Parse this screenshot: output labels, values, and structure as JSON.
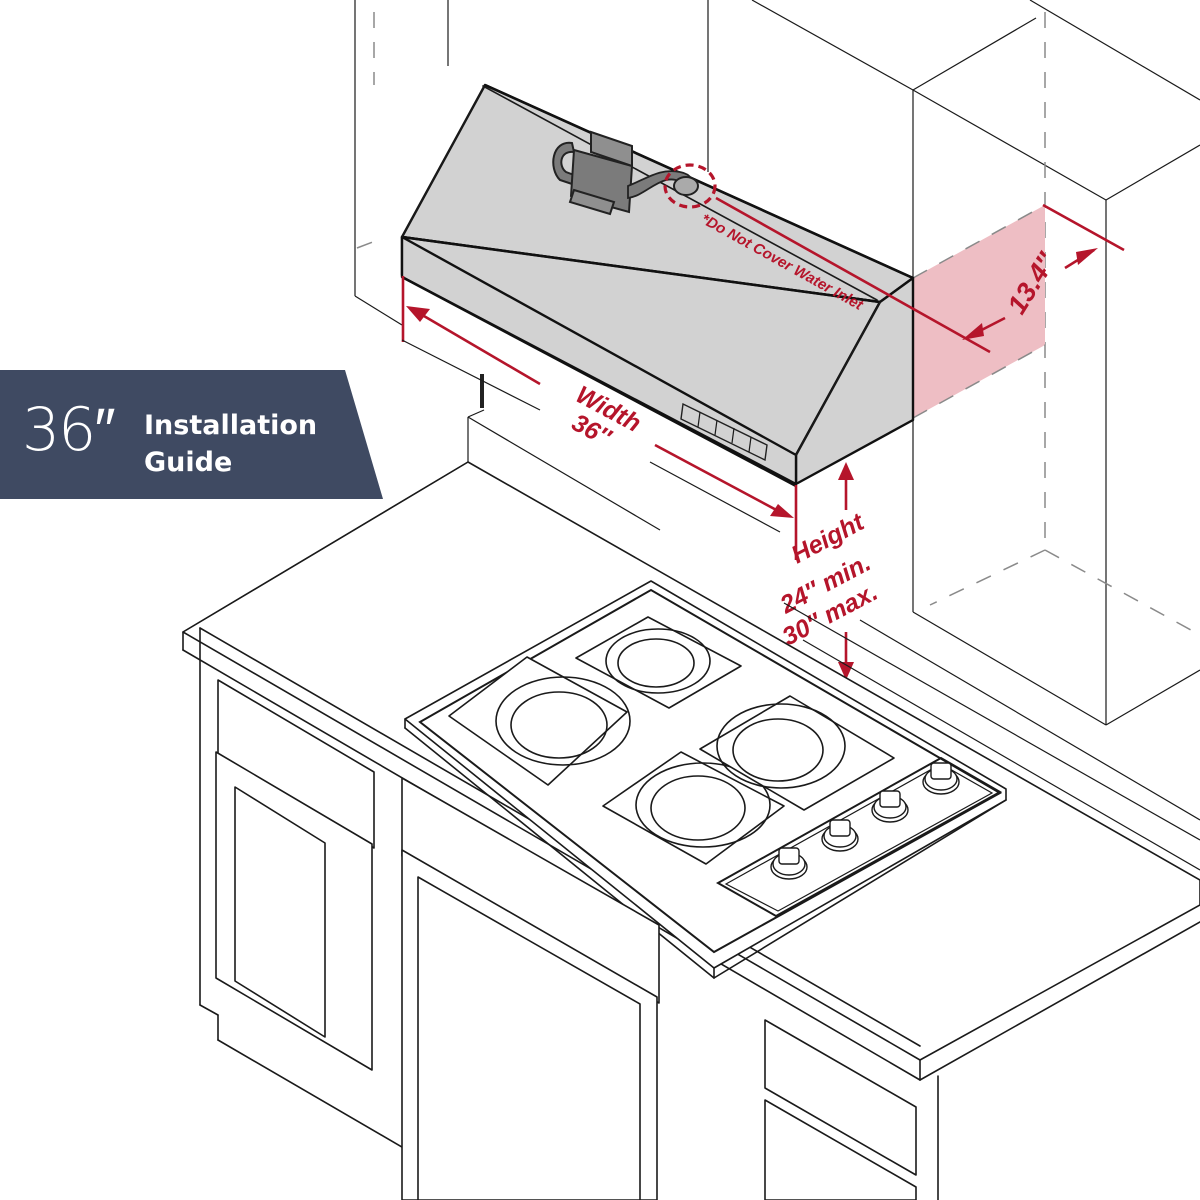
{
  "banner": {
    "size": "36″",
    "title_line1": "Installation",
    "title_line2": "Guide",
    "background_color": "#3f4a62"
  },
  "annotations": {
    "water_inlet_note": "*Do Not Cover Water Inlet",
    "width_label": "Width",
    "width_value": "36″",
    "height_label": "Height",
    "height_min": "24″ min.",
    "height_max": "30″ max.",
    "depth_value": "13.4″",
    "accent_color": "#b5152b",
    "clearance_zone_color": "#eebec4"
  },
  "illustration": {
    "hood_color": "#d2d2d2",
    "hood_control_buttons": 5,
    "cooktop_burners": 4,
    "cooktop_knobs": 4
  }
}
